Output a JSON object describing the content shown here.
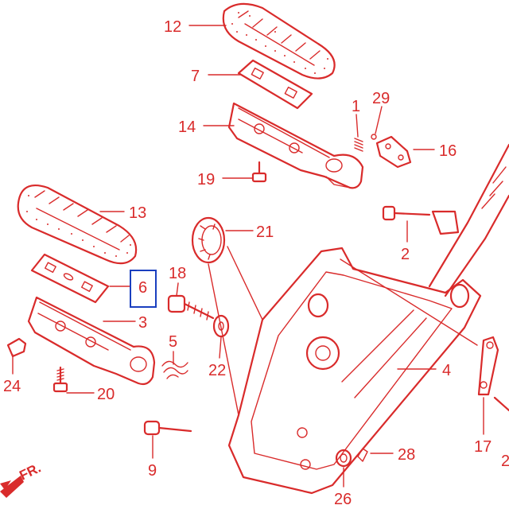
{
  "colors": {
    "line": "#d92b2b",
    "highlight": "#1a3fbf",
    "background": "#ffffff"
  },
  "callouts": [
    {
      "id": "12",
      "label": "12"
    },
    {
      "id": "7",
      "label": "7"
    },
    {
      "id": "14",
      "label": "14"
    },
    {
      "id": "19",
      "label": "19"
    },
    {
      "id": "1",
      "label": "1"
    },
    {
      "id": "29",
      "label": "29"
    },
    {
      "id": "16",
      "label": "16"
    },
    {
      "id": "13",
      "label": "13"
    },
    {
      "id": "21",
      "label": "21"
    },
    {
      "id": "2",
      "label": "2"
    },
    {
      "id": "18",
      "label": "18"
    },
    {
      "id": "6",
      "label": "6"
    },
    {
      "id": "3",
      "label": "3"
    },
    {
      "id": "5",
      "label": "5"
    },
    {
      "id": "4",
      "label": "4"
    },
    {
      "id": "22",
      "label": "22"
    },
    {
      "id": "24",
      "label": "24"
    },
    {
      "id": "20",
      "label": "20"
    },
    {
      "id": "17",
      "label": "17"
    },
    {
      "id": "9",
      "label": "9"
    },
    {
      "id": "28",
      "label": "28"
    },
    {
      "id": "26",
      "label": "26"
    },
    {
      "id": "27",
      "label": "2"
    }
  ],
  "highlighted_callout": "6",
  "direction_marker": {
    "label": "FR."
  }
}
